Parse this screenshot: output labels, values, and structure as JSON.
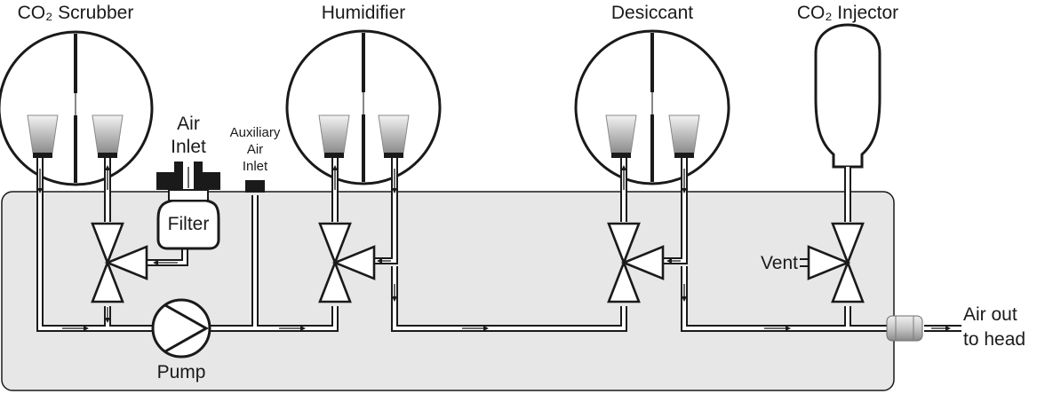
{
  "labels": {
    "scrubber": "CO₂ Scrubber",
    "humidifier": "Humidifier",
    "desiccant": "Desiccant",
    "injector": "CO₂ Injector",
    "air_inlet_line1": "Air",
    "air_inlet_line2": "Inlet",
    "aux_line1": "Auxiliary",
    "aux_line2": "Air",
    "aux_line3": "Inlet",
    "filter": "Filter",
    "pump": "Pump",
    "vent": "Vent",
    "air_out_line1": "Air out",
    "air_out_line2": "to head"
  },
  "colors": {
    "housing_fill": "#e7e7e7",
    "outline": "#1a1a1a",
    "cup_gradient": [
      "#f2f2f2",
      "#8c8c8c"
    ],
    "connector_gradient": [
      "#f0f0f0",
      "#8a8a8a"
    ]
  }
}
